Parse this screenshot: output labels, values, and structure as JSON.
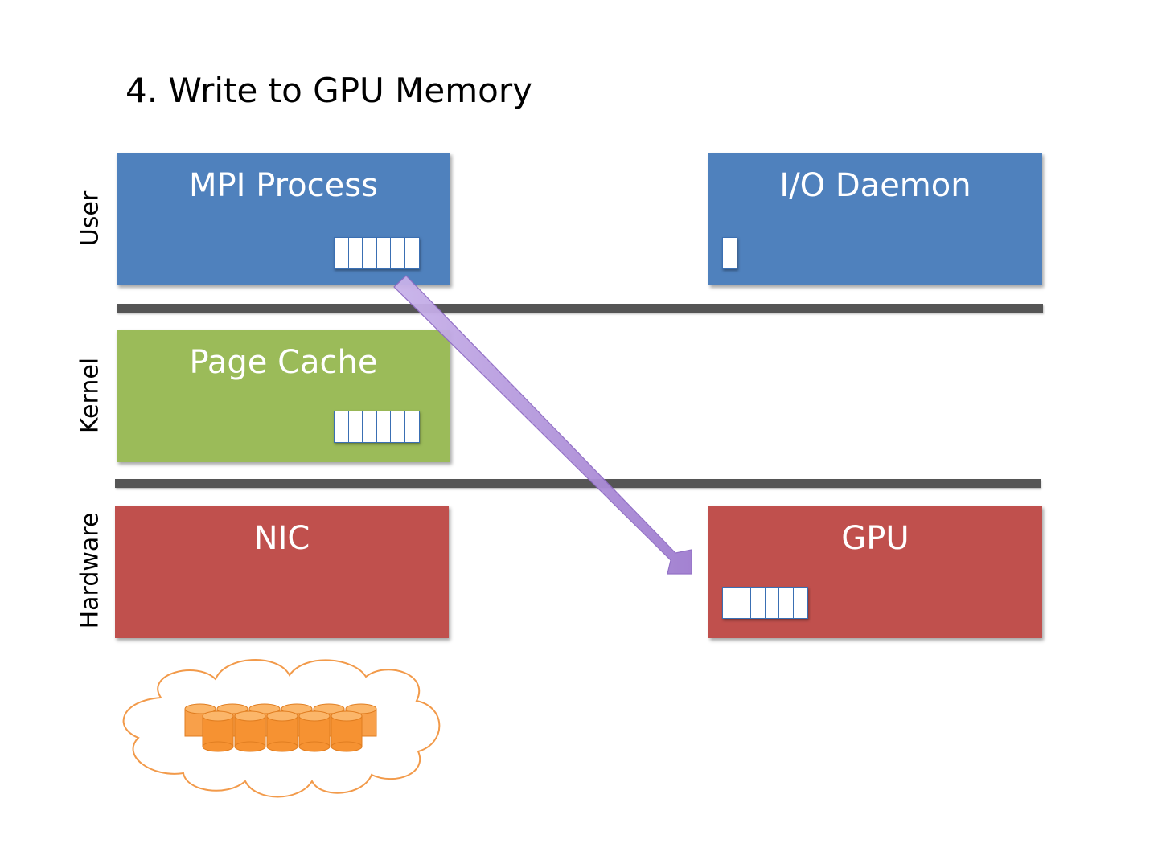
{
  "title": "4. Write to GPU Memory",
  "layers": {
    "user": "User",
    "kernel": "Kernel",
    "hardware": "Hardware"
  },
  "boxes": {
    "mpi_process": "MPI Process",
    "io_daemon": "I/O Daemon",
    "page_cache": "Page Cache",
    "nic": "NIC",
    "gpu": "GPU"
  },
  "colors": {
    "user_layer": "#4f81bd",
    "kernel_layer": "#9bbb59",
    "hardware_layer": "#c0504d",
    "transfer_arrow": "#b99ee0",
    "storage_cloud_border": "#f29a4a",
    "storage_disks": "#f8a04a"
  },
  "icons": {
    "buffer": "memory-buffer-icon",
    "arrow": "write-arrow-icon",
    "storage": "storage-cloud-icon"
  }
}
